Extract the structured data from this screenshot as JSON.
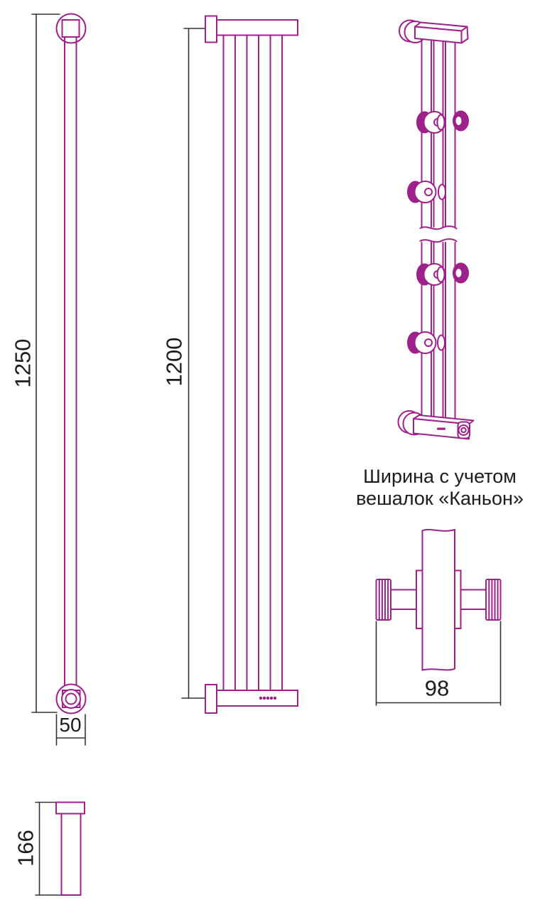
{
  "caption": {
    "line1": "Ширина с учетом",
    "line2": "вешалок «Каньон»"
  },
  "dimensions": {
    "overall_height": "1250",
    "tube_height": "1200",
    "flange_diameter": "50",
    "width_with_hangers": "98",
    "depth": "166"
  },
  "colors": {
    "drawing_outline": "#9d2189",
    "dimension_lines": "#343434",
    "text": "#1c1c1c"
  }
}
